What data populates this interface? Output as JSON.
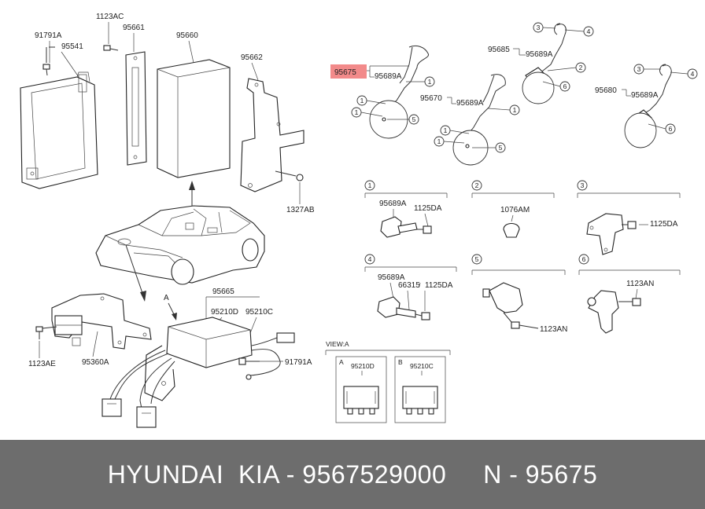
{
  "labels": {
    "p91791A_top": "91791A",
    "p1123AC": "1123AC",
    "p95661": "95661",
    "p95660": "95660",
    "p95541": "95541",
    "p95662": "95662",
    "p1327AB": "1327AB",
    "p95665": "95665",
    "p95210D": "95210D",
    "p95210C": "95210C",
    "p91791A_bot": "91791A",
    "p1123AE": "1123AE",
    "p95360A": "95360A",
    "viewA_mark": "A",
    "p95675": "95675",
    "p95689A_1": "95689A",
    "p95670": "95670",
    "p95689A_2": "95689A",
    "p95685": "95685",
    "p95689A_3": "95689A",
    "p95680": "95680",
    "p95689A_4": "95689A",
    "d1_95689A": "95689A",
    "d1_1125DA": "1125DA",
    "d2_1076AM": "1076AM",
    "d3_1125DA": "1125DA",
    "d4_95689A": "95689A",
    "d4_66315": "66315",
    "d4_1125DA": "1125DA",
    "d5_1123AN": "1123AN",
    "d6_1123AN": "1123AN",
    "view_title": "VIEW:A",
    "view_a_tag": "A",
    "view_a_part": "95210D",
    "view_b_tag": "B",
    "view_b_part": "95210C"
  },
  "callouts": [
    "1",
    "2",
    "3",
    "4",
    "5",
    "6"
  ],
  "footer": {
    "text": "HYUNDAI  KIA - 9567529000     N - 95675"
  },
  "colors": {
    "highlight": "#f28a8a",
    "footer_bg": "#6d6d6d",
    "footer_text": "#ffffff"
  }
}
